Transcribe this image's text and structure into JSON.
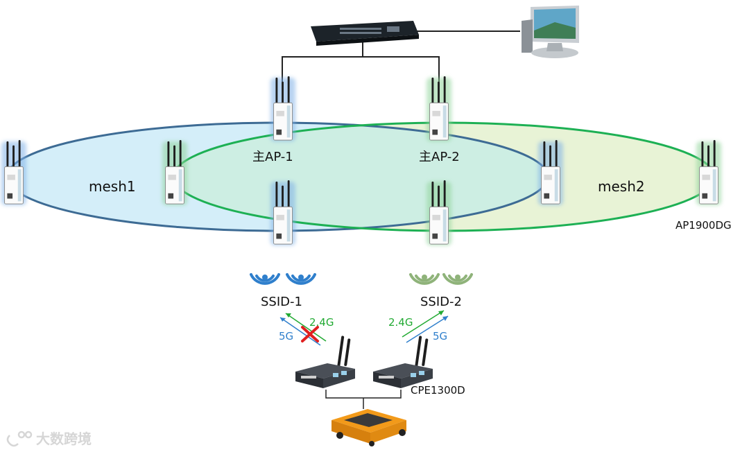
{
  "labels": {
    "mesh1": "mesh1",
    "mesh2": "mesh2",
    "ap1": "主AP-1",
    "ap2": "主AP-2",
    "ap_model": "AP1900DG",
    "ssid1": "SSID-1",
    "ssid2": "SSID-2",
    "band_24_left": "2.4G",
    "band_5_left": "5G",
    "band_24_right": "2.4G",
    "band_5_right": "5G",
    "cpe_model": "CPE1300D"
  },
  "watermark": "大数跨境",
  "colors": {
    "mesh1_stroke": "#3d6b94",
    "mesh1_fill": "#d4eef9",
    "mesh2_stroke": "#1db054",
    "mesh2_fill": "#e8f3d6",
    "overlap_fill": "#cdeee3",
    "wifi_blue": "#2f7fcc",
    "wifi_green": "#8fb37a",
    "band_green": "#22aa33",
    "band_blue": "#2f7fcc",
    "cross_red": "#e02020"
  }
}
